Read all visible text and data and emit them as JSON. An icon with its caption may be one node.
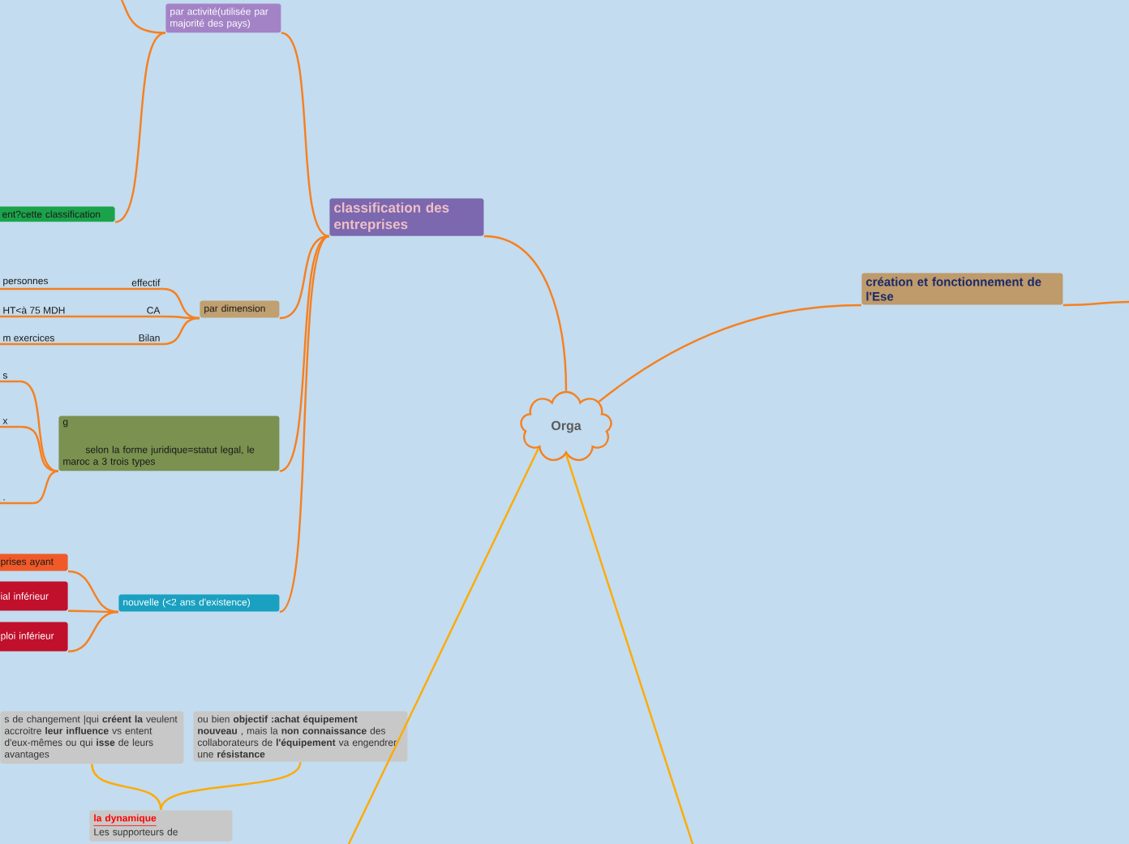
{
  "diagram": {
    "nodes": [
      {
        "text": [
          "Orga"
        ]
      },
      {
        "text": [
          "classification des entreprises"
        ]
      },
      {
        "text": [
          "création et fonctionnement de l'Ese"
        ]
      },
      {
        "text": [
          "par activité(utilisée par majorité des pays)"
        ]
      },
      {
        "text": [
          "ent?cette classification"
        ]
      },
      {
        "text": [
          "par dimension"
        ]
      },
      {
        "text": [
          "g",
          "selon la forme juridique=statut legal, le maroc a 3 trois types"
        ]
      },
      {
        "text": [
          "nouvelle  (<2 ans d'existence)"
        ]
      },
      {
        "text": [
          "prises ayant"
        ]
      },
      {
        "text": [
          "ial inférieur"
        ]
      },
      {
        "text": [
          "ploi inférieur"
        ]
      },
      {
        "text": [
          "personnes",
          "effectif"
        ]
      },
      {
        "text": [
          "HT<à 75 MDH",
          "CA"
        ]
      },
      {
        "text": [
          "m exercices",
          "Bilan"
        ]
      },
      {
        "text": [
          "s"
        ]
      },
      {
        "text": [
          "x"
        ]
      },
      {
        "text": [
          "."
        ]
      },
      {
        "text": [
          "s de changement |qui **créent la** veulent accroitre **leur influence** vs entent d'eux-mêmes ou qui **isse** de leurs avantages"
        ]
      },
      {
        "text": [
          "ou bien **objectif :achat équipement nouveau** , mais la **non connaissance** des collaborateurs de **l'équipement** va engendrer une **résistance**"
        ]
      },
      {
        "text": [
          "la dynamique",
          "Les supporteurs de"
        ]
      }
    ],
    "edges": [
      {
        "from": 0,
        "to": 1,
        "arrow": "none"
      },
      {
        "from": 0,
        "to": 2,
        "arrow": "none"
      },
      {
        "from": 0,
        "to": null,
        "arrow": "none",
        "color": "#ffaa00"
      },
      {
        "from": 0,
        "to": null,
        "arrow": "none",
        "color": "#ffaa00"
      },
      {
        "from": 2,
        "to": null,
        "arrow": "none"
      },
      {
        "from": 1,
        "to": 3,
        "arrow": "none"
      },
      {
        "from": 3,
        "to": 4,
        "arrow": "none"
      },
      {
        "from": 3,
        "to": null,
        "arrow": "none"
      },
      {
        "from": 1,
        "to": 5,
        "arrow": "none"
      },
      {
        "from": 1,
        "to": 6,
        "arrow": "none"
      },
      {
        "from": 1,
        "to": 7,
        "arrow": "none"
      },
      {
        "from": 5,
        "to": 11,
        "arrow": "none"
      },
      {
        "from": 5,
        "to": 12,
        "arrow": "none"
      },
      {
        "from": 5,
        "to": 13,
        "arrow": "none"
      },
      {
        "from": 6,
        "to": 14,
        "arrow": "none"
      },
      {
        "from": 6,
        "to": 15,
        "arrow": "none"
      },
      {
        "from": 6,
        "to": 16,
        "arrow": "none"
      },
      {
        "from": 7,
        "to": 8,
        "arrow": "none"
      },
      {
        "from": 7,
        "to": 9,
        "arrow": "none"
      },
      {
        "from": 7,
        "to": 10,
        "arrow": "none"
      },
      {
        "from": 19,
        "to": 17,
        "arrow": "none",
        "color": "#ffaa00"
      },
      {
        "from": 19,
        "to": 18,
        "arrow": "none",
        "color": "#ffaa00"
      }
    ]
  }
}
